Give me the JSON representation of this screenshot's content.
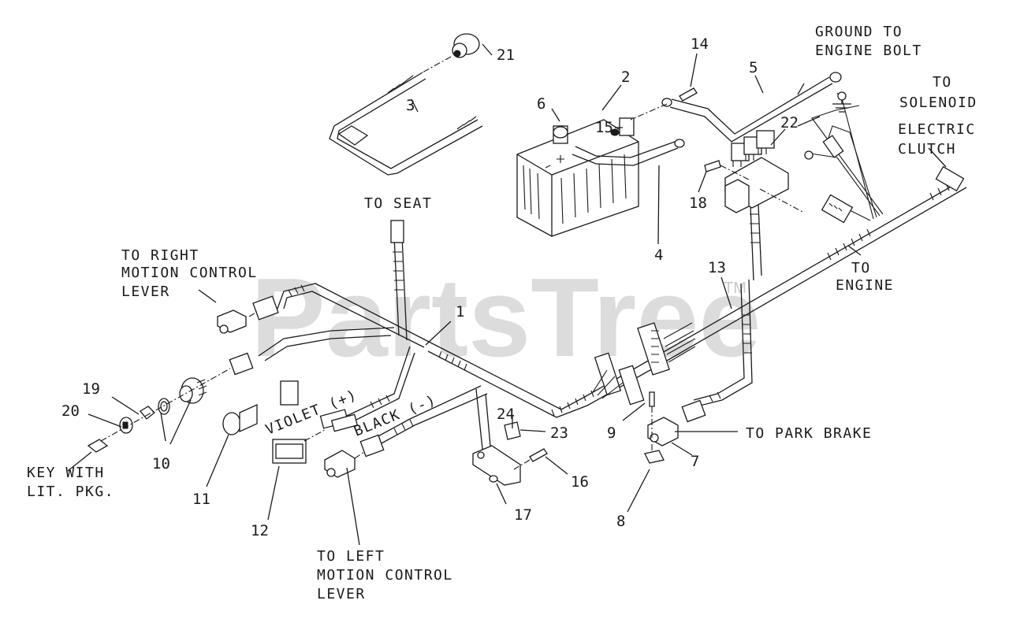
{
  "watermark": {
    "brand": "PartsTree",
    "trademark": "TM"
  },
  "callouts": [
    "1",
    "2",
    "3",
    "4",
    "5",
    "6",
    "7",
    "8",
    "9",
    "10",
    "11",
    "12",
    "13",
    "14",
    "15",
    "16",
    "17",
    "18",
    "19",
    "20",
    "21",
    "22",
    "23",
    "24"
  ],
  "labels": {
    "ground_l1": "GROUND TO",
    "ground_l2": "ENGINE BOLT",
    "solenoid_l1": "TO",
    "solenoid_l2": "SOLENOID",
    "clutch_l1": "ELECTRIC",
    "clutch_l2": "CLUTCH",
    "seat": "TO SEAT",
    "right_l1": "TO RIGHT",
    "right_l2": "MOTION CONTROL",
    "right_l3": "LEVER",
    "engine_l1": "TO",
    "engine_l2": "ENGINE",
    "violet": "VIOLET (+)",
    "black": "BLACK (-)",
    "park": "TO PARK BRAKE",
    "key_l1": "KEY WITH",
    "key_l2": "LIT. PKG.",
    "left_l1": "TO LEFT",
    "left_l2": "MOTION CONTROL",
    "left_l3": "LEVER"
  }
}
